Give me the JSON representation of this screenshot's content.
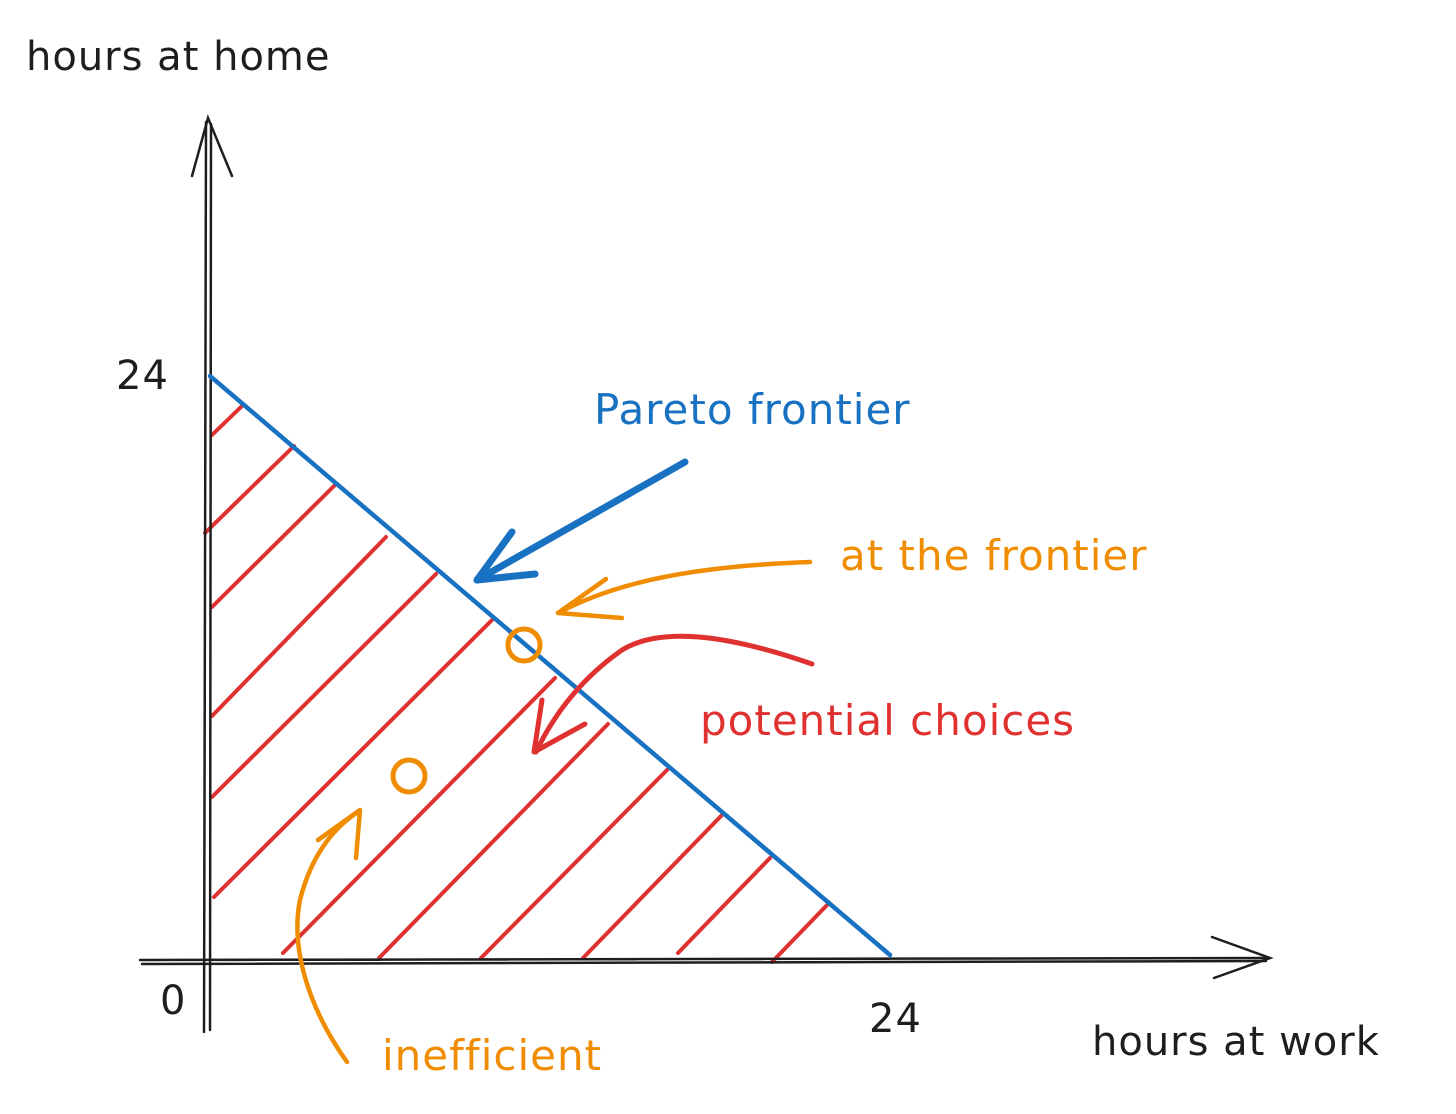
{
  "axes": {
    "y_label": "hours at home",
    "x_label": "hours at work",
    "origin_label": "0",
    "y_max_label": "24",
    "x_max_label": "24"
  },
  "annotations": {
    "frontier": "Pareto frontier",
    "at_frontier": "at the frontier",
    "potential": "potential choices",
    "inefficient": "inefficient"
  },
  "colors": {
    "ink": "#1e1e1e",
    "blue": "#1971c2",
    "orange": "#f08c00",
    "red": "#e03131"
  }
}
